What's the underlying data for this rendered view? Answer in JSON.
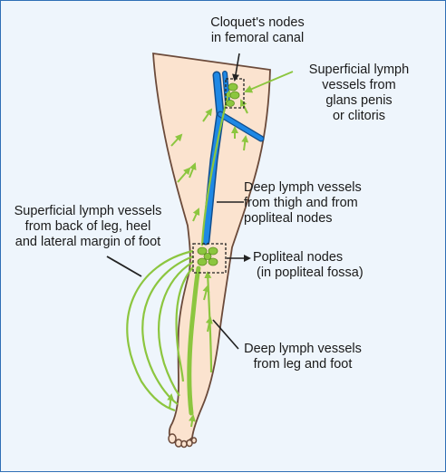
{
  "labels": {
    "cloquet": [
      "Cloquet's nodes",
      "in femoral canal"
    ],
    "superficial_glans": [
      "Superficial lymph",
      "vessels from",
      "glans penis",
      "or clitoris"
    ],
    "deep_thigh": [
      "Deep lymph vessels",
      "from thigh and from",
      "popliteal nodes"
    ],
    "superficial_back": [
      "Superficial lymph vessels",
      "from back of leg, heel",
      "and lateral margin of foot"
    ],
    "popliteal": [
      "Popliteal nodes",
      "(in popliteal fossa)"
    ],
    "deep_leg": [
      "Deep lymph vessels",
      "from leg and foot"
    ]
  },
  "colors": {
    "background": "#eef5fc",
    "border": "#2f6fb5",
    "skin": "#fbe3cf",
    "outline": "#6b4a3a",
    "lymph": "#8cc63f",
    "vein": "#1e88e5"
  }
}
